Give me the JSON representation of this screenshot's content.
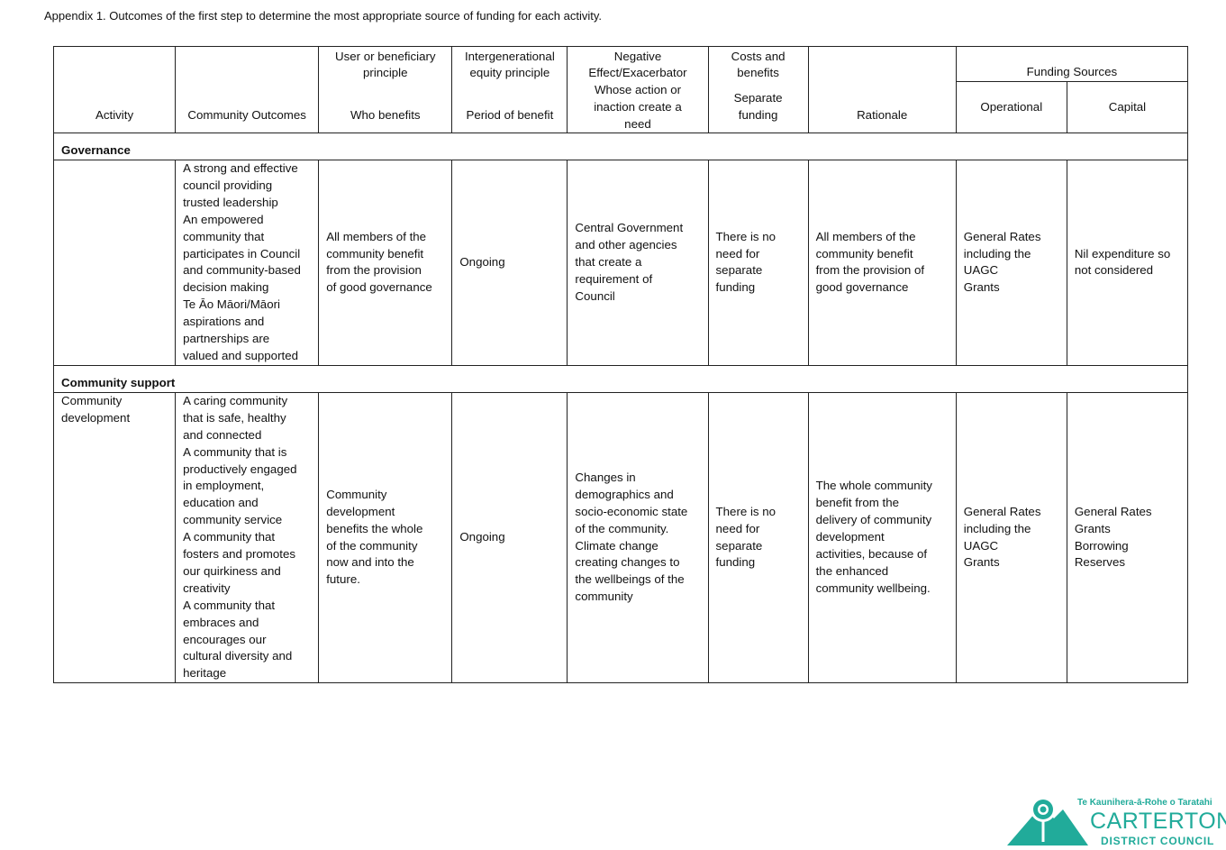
{
  "caption": "Appendix 1. Outcomes of the first step to determine the most appropriate source of funding for each activity.",
  "header": {
    "activity": "Activity",
    "outcomes": "Community Outcomes",
    "user_top": "User or beneficiary\nprinciple",
    "user_bottom": "Who benefits",
    "inter_top": "Intergenerational\nequity principle",
    "inter_bottom": "Period of benefit",
    "neg_top": "Negative\nEffect/Exacerbator",
    "neg_bottom": "Whose action or\ninaction create a\nneed",
    "cost_top": "Costs and\nbenefits",
    "cost_bottom": "Separate\nfunding",
    "rationale": "Rationale",
    "funding": "Funding Sources",
    "operational": "Operational",
    "capital": "Capital"
  },
  "sections": [
    {
      "title": "Governance",
      "row": {
        "activity": "",
        "outcomes": "A strong and effective\ncouncil providing\ntrusted leadership\nAn empowered\ncommunity that\nparticipates in Council\nand community-based\ndecision making\nTe Āo Māori/Māori\naspirations and\npartnerships are\nvalued and supported",
        "who": "All members of the\ncommunity benefit\nfrom the provision\nof good governance",
        "period": "Ongoing",
        "negative": "Central Government\nand other agencies\nthat create a\nrequirement of\nCouncil",
        "separate": "There is no\nneed for\nseparate\nfunding",
        "rationale": "All members of the\ncommunity benefit\nfrom the provision of\ngood governance",
        "operational": "General Rates\nincluding the\nUAGC\nGrants",
        "capital": "Nil expenditure so\nnot considered"
      }
    },
    {
      "title": "Community support",
      "row": {
        "activity": "Community\ndevelopment",
        "outcomes": "A caring community\nthat is safe, healthy\nand connected\nA community that is\nproductively engaged\nin employment,\neducation and\ncommunity service\nA community that\nfosters and promotes\nour quirkiness and\ncreativity\nA community that\nembraces and\nencourages our\ncultural diversity and\nheritage",
        "who": "Community\ndevelopment\nbenefits the whole\nof the community\nnow and into the\nfuture.",
        "period": "Ongoing",
        "negative": "Changes in\ndemographics and\nsocio-economic state\nof the community.\nClimate change\ncreating changes to\nthe wellbeings of the\ncommunity",
        "separate": "There is no\nneed for\nseparate\nfunding",
        "rationale": "The whole community\nbenefit from the\ndelivery of community\ndevelopment\nactivities, because of\nthe enhanced\ncommunity wellbeing.",
        "operational": "General Rates\nincluding the\nUAGC\nGrants",
        "capital": "General Rates\nGrants\nBorrowing\nReserves"
      }
    }
  ],
  "logo": {
    "tagline": "Te Kaunihera-ā-Rohe o Taratahi",
    "name": "CARTERTON",
    "sub": "DISTRICT COUNCIL",
    "color": "#21ab9a"
  }
}
